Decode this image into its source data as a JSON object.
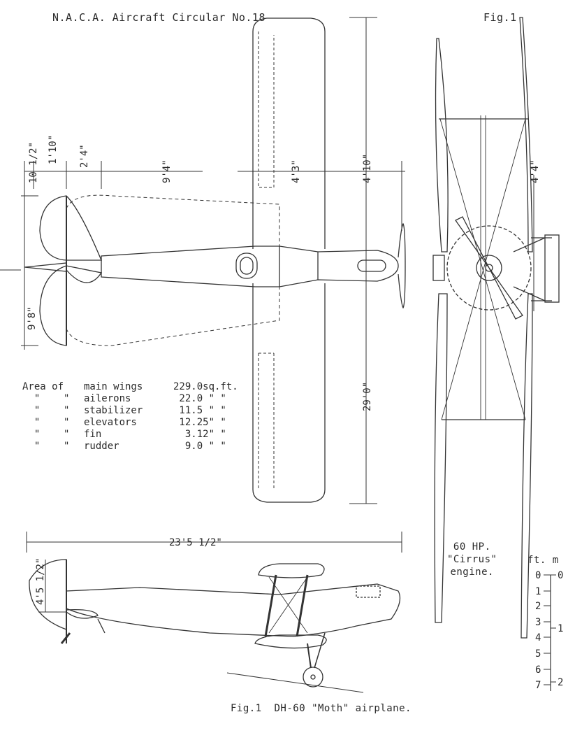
{
  "header": {
    "title": "N.A.C.A. Aircraft Circular No.18",
    "fig_label": "Fig.1"
  },
  "caption": "Fig.1  DH-60 \"Moth\" airplane.",
  "dimensions": {
    "tail_half": "10 1/2\"",
    "tail_1": "1'10\"",
    "tail_2": "2'4\"",
    "fuselage_front": "9'4\"",
    "wing_chord": "4'3\"",
    "wing_gap": "4'10\"",
    "tail_span": "9'8\"",
    "wing_span": "29'0\"",
    "front_gap": "4'4\"",
    "overall_length": "23'5 1/2\"",
    "height": "4'5 1/2\""
  },
  "areas": {
    "rows": [
      {
        "a": "Area of",
        "b": "main wings",
        "c": "229.0sq.ft."
      },
      {
        "a": "  \"    \"",
        "b": "ailerons",
        "c": " 22.0 \" \""
      },
      {
        "a": "  \"    \"",
        "b": "stabilizer",
        "c": " 11.5 \" \""
      },
      {
        "a": "  \"    \"",
        "b": "elevators",
        "c": " 12.25\" \""
      },
      {
        "a": "  \"    \"",
        "b": "fin",
        "c": "  3.12\" \""
      },
      {
        "a": "  \"    \"",
        "b": "rudder",
        "c": "  9.0 \" \""
      }
    ]
  },
  "engine": {
    "line1": "60 HP.",
    "line2": "\"Cirrus\"",
    "line3": "engine."
  },
  "scale": {
    "header": "ft. m",
    "feet": [
      "0",
      "1",
      "2",
      "3",
      "4",
      "5",
      "6",
      "7"
    ],
    "meters": [
      "0",
      "1",
      "2"
    ]
  }
}
